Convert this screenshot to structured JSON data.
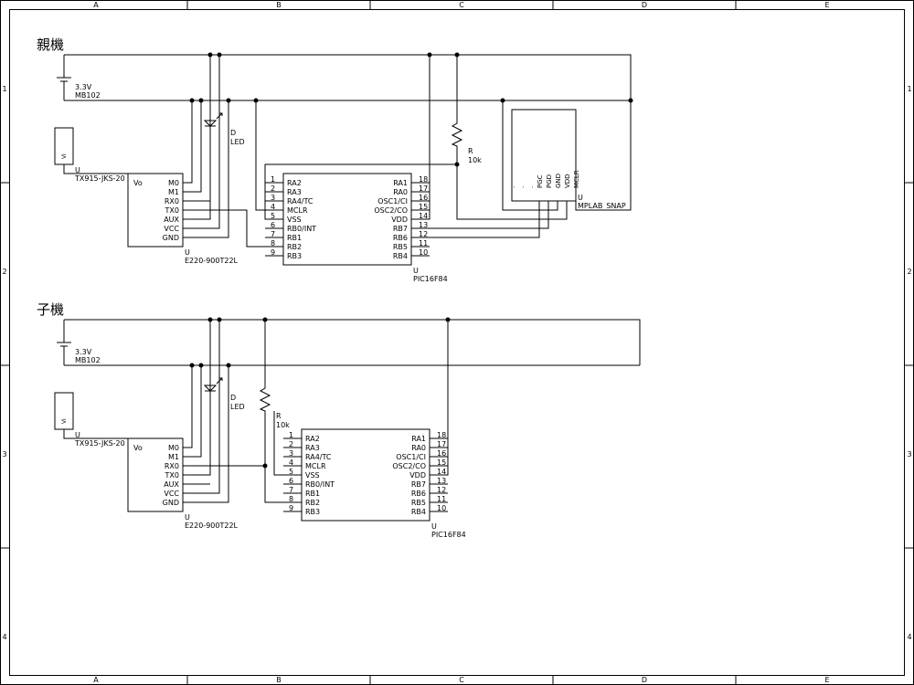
{
  "frame": {
    "cols": [
      "A",
      "B",
      "C",
      "D",
      "E"
    ],
    "rows": [
      "1",
      "2",
      "3",
      "4"
    ]
  },
  "parent": {
    "title": "親機",
    "battery": {
      "voltage": "3.3V",
      "part": "MB102"
    },
    "sensor": {
      "part": "TX915-JKS-20",
      "ref": "U",
      "pin": "Vo",
      "glyph": "Vi"
    },
    "module": {
      "ref": "U",
      "part": "E220-900T22L",
      "pins": [
        "M0",
        "M1",
        "RX0",
        "TX0",
        "AUX",
        "VCC",
        "GND"
      ]
    },
    "led": {
      "ref": "D",
      "part": "LED"
    },
    "resistor": {
      "ref": "R",
      "value": "10k"
    },
    "mcu": {
      "ref": "U",
      "part": "PIC16F84",
      "left_pins": [
        {
          "num": "1",
          "name": "RA2"
        },
        {
          "num": "2",
          "name": "RA3"
        },
        {
          "num": "3",
          "name": "RA4/TC"
        },
        {
          "num": "4",
          "name": "MCLR"
        },
        {
          "num": "5",
          "name": "VSS"
        },
        {
          "num": "6",
          "name": "RB0/INT"
        },
        {
          "num": "7",
          "name": "RB1"
        },
        {
          "num": "8",
          "name": "RB2"
        },
        {
          "num": "9",
          "name": "RB3"
        }
      ],
      "right_pins": [
        {
          "num": "18",
          "name": "RA1"
        },
        {
          "num": "17",
          "name": "RA0"
        },
        {
          "num": "16",
          "name": "OSC1/CI"
        },
        {
          "num": "15",
          "name": "OSC2/CO"
        },
        {
          "num": "14",
          "name": "VDD"
        },
        {
          "num": "13",
          "name": "RB7"
        },
        {
          "num": "12",
          "name": "RB6"
        },
        {
          "num": "11",
          "name": "RB5"
        },
        {
          "num": "10",
          "name": "RB4"
        }
      ]
    },
    "programmer": {
      "ref": "U",
      "part": "MPLAB_SNAP",
      "pins": [
        ".",
        ".",
        ".",
        "PGC",
        "PGD",
        "GND",
        "VDD",
        "MCLR"
      ]
    }
  },
  "child": {
    "title": "子機",
    "battery": {
      "voltage": "3.3V",
      "part": "MB102"
    },
    "sensor": {
      "part": "TX915-JKS-20",
      "ref": "U",
      "pin": "Vo",
      "glyph": "Vi"
    },
    "module": {
      "ref": "U",
      "part": "E220-900T22L",
      "pins": [
        "M0",
        "M1",
        "RX0",
        "TX0",
        "AUX",
        "VCC",
        "GND"
      ]
    },
    "led": {
      "ref": "D",
      "part": "LED"
    },
    "resistor": {
      "ref": "R",
      "value": "10k"
    },
    "mcu": {
      "ref": "U",
      "part": "PIC16F84",
      "left_pins": [
        {
          "num": "1",
          "name": "RA2"
        },
        {
          "num": "2",
          "name": "RA3"
        },
        {
          "num": "3",
          "name": "RA4/TC"
        },
        {
          "num": "4",
          "name": "MCLR"
        },
        {
          "num": "5",
          "name": "VSS"
        },
        {
          "num": "6",
          "name": "RB0/INT"
        },
        {
          "num": "7",
          "name": "RB1"
        },
        {
          "num": "8",
          "name": "RB2"
        },
        {
          "num": "9",
          "name": "RB3"
        }
      ],
      "right_pins": [
        {
          "num": "18",
          "name": "RA1"
        },
        {
          "num": "17",
          "name": "RA0"
        },
        {
          "num": "16",
          "name": "OSC1/CI"
        },
        {
          "num": "15",
          "name": "OSC2/CO"
        },
        {
          "num": "14",
          "name": "VDD"
        },
        {
          "num": "13",
          "name": "RB7"
        },
        {
          "num": "12",
          "name": "RB6"
        },
        {
          "num": "11",
          "name": "RB5"
        },
        {
          "num": "10",
          "name": "RB4"
        }
      ]
    }
  }
}
